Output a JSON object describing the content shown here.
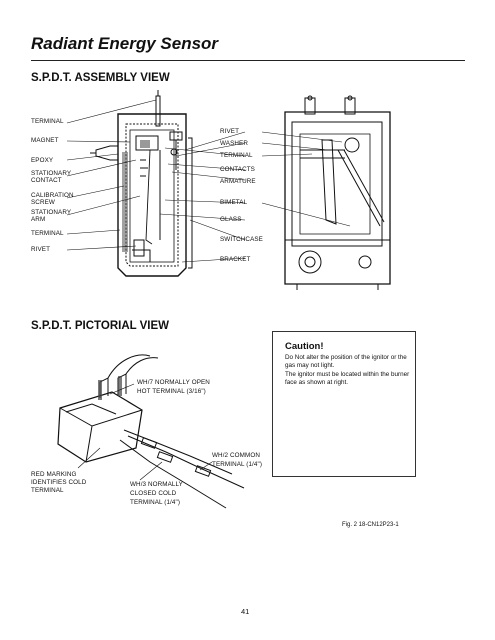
{
  "page": {
    "title": "Radiant Energy Sensor",
    "page_number": "41",
    "figure_id": "Fig. 2 18-CN12P23-1"
  },
  "assembly": {
    "heading": "S.P.D.T. ASSEMBLY VIEW",
    "left_labels": {
      "terminal_top": "TERMINAL",
      "magnet": "MAGNET",
      "epoxy": "EPOXY",
      "stationary_contact_1": "STATIONARY",
      "stationary_contact_2": "CONTACT",
      "calibration_screw_1": "CALIBRATION",
      "calibration_screw_2": "SCREW",
      "stationary_arm_1": "STATIONARY",
      "stationary_arm_2": "ARM",
      "terminal_bottom": "TERMINAL",
      "rivet": "RIVET"
    },
    "right_labels": {
      "rivet": "RIVET",
      "washer": "WASHER",
      "terminal": "TERMINAL",
      "contacts": "CONTACTS",
      "armature": "ARMATURE",
      "bimetal": "BIMETAL",
      "glass": "GLASS",
      "switchcase": "SWITCHCASE",
      "bracket": "BRACKET"
    }
  },
  "pictorial": {
    "heading": "S.P.D.T. PICTORIAL VIEW",
    "labels": {
      "wh7_1": "WH/7 NORMALLY OPEN",
      "wh7_2": "HOT TERMINAL (3/16\")",
      "wh2_1": "WH/2 COMMON",
      "wh2_2": "TERMINAL (1/4\")",
      "red_1": "RED MARKING",
      "red_2": "IDENTIFIES COLD",
      "red_3": "TERMINAL",
      "wh3_1": "WH/3 NORMALLY",
      "wh3_2": "CLOSED COLD",
      "wh3_3": "TERMINAL (1/4\")"
    }
  },
  "caution": {
    "title": "Caution!",
    "line1": "Do Not alter the position of the ignitor or the gas may not light.",
    "line2": "The ignitor must be located within the burner face as shown at right."
  }
}
